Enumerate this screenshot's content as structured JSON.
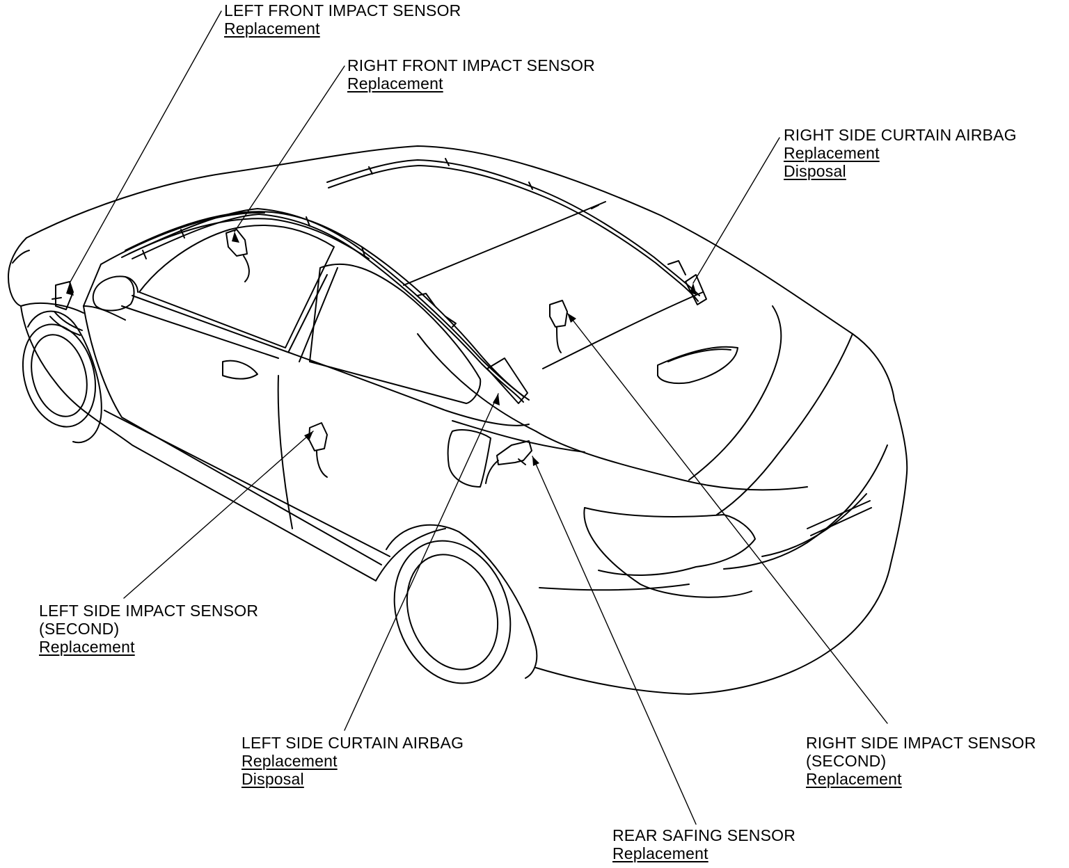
{
  "callouts": {
    "left_front_impact": {
      "title": "LEFT FRONT IMPACT SENSOR",
      "links": [
        "Replacement"
      ]
    },
    "right_front_impact": {
      "title": "RIGHT FRONT IMPACT SENSOR",
      "links": [
        "Replacement"
      ]
    },
    "right_side_curtain": {
      "title": "RIGHT SIDE CURTAIN AIRBAG",
      "links": [
        "Replacement",
        "Disposal"
      ]
    },
    "left_side_impact_second": {
      "title": "LEFT SIDE IMPACT SENSOR",
      "subtitle": "(SECOND)",
      "links": [
        "Replacement"
      ]
    },
    "left_side_curtain": {
      "title": "LEFT SIDE CURTAIN AIRBAG",
      "links": [
        "Replacement",
        "Disposal"
      ]
    },
    "right_side_impact_second": {
      "title": "RIGHT SIDE IMPACT SENSOR",
      "subtitle": "(SECOND)",
      "links": [
        "Replacement"
      ]
    },
    "rear_safing": {
      "title": "REAR SAFING SENSOR",
      "links": [
        "Replacement"
      ]
    }
  },
  "colors": {
    "line": "#000000",
    "background": "#ffffff"
  }
}
